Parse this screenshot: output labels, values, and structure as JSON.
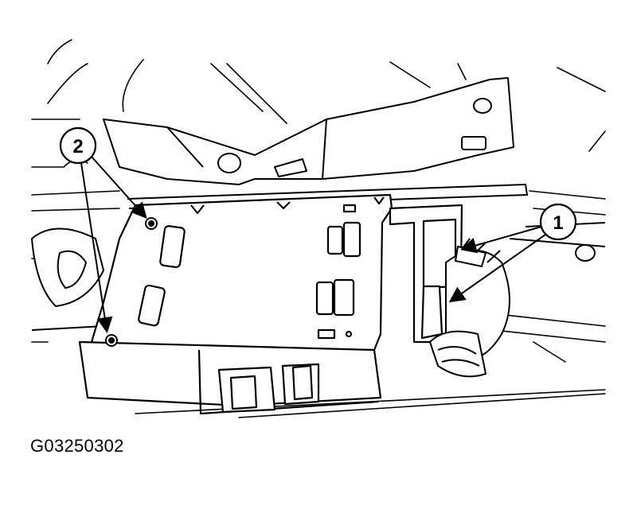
{
  "figure_id": "G03250302",
  "callouts": [
    {
      "label": "2"
    },
    {
      "label": "1"
    }
  ],
  "colors": {
    "ink": "#000000",
    "background": "#ffffff"
  }
}
